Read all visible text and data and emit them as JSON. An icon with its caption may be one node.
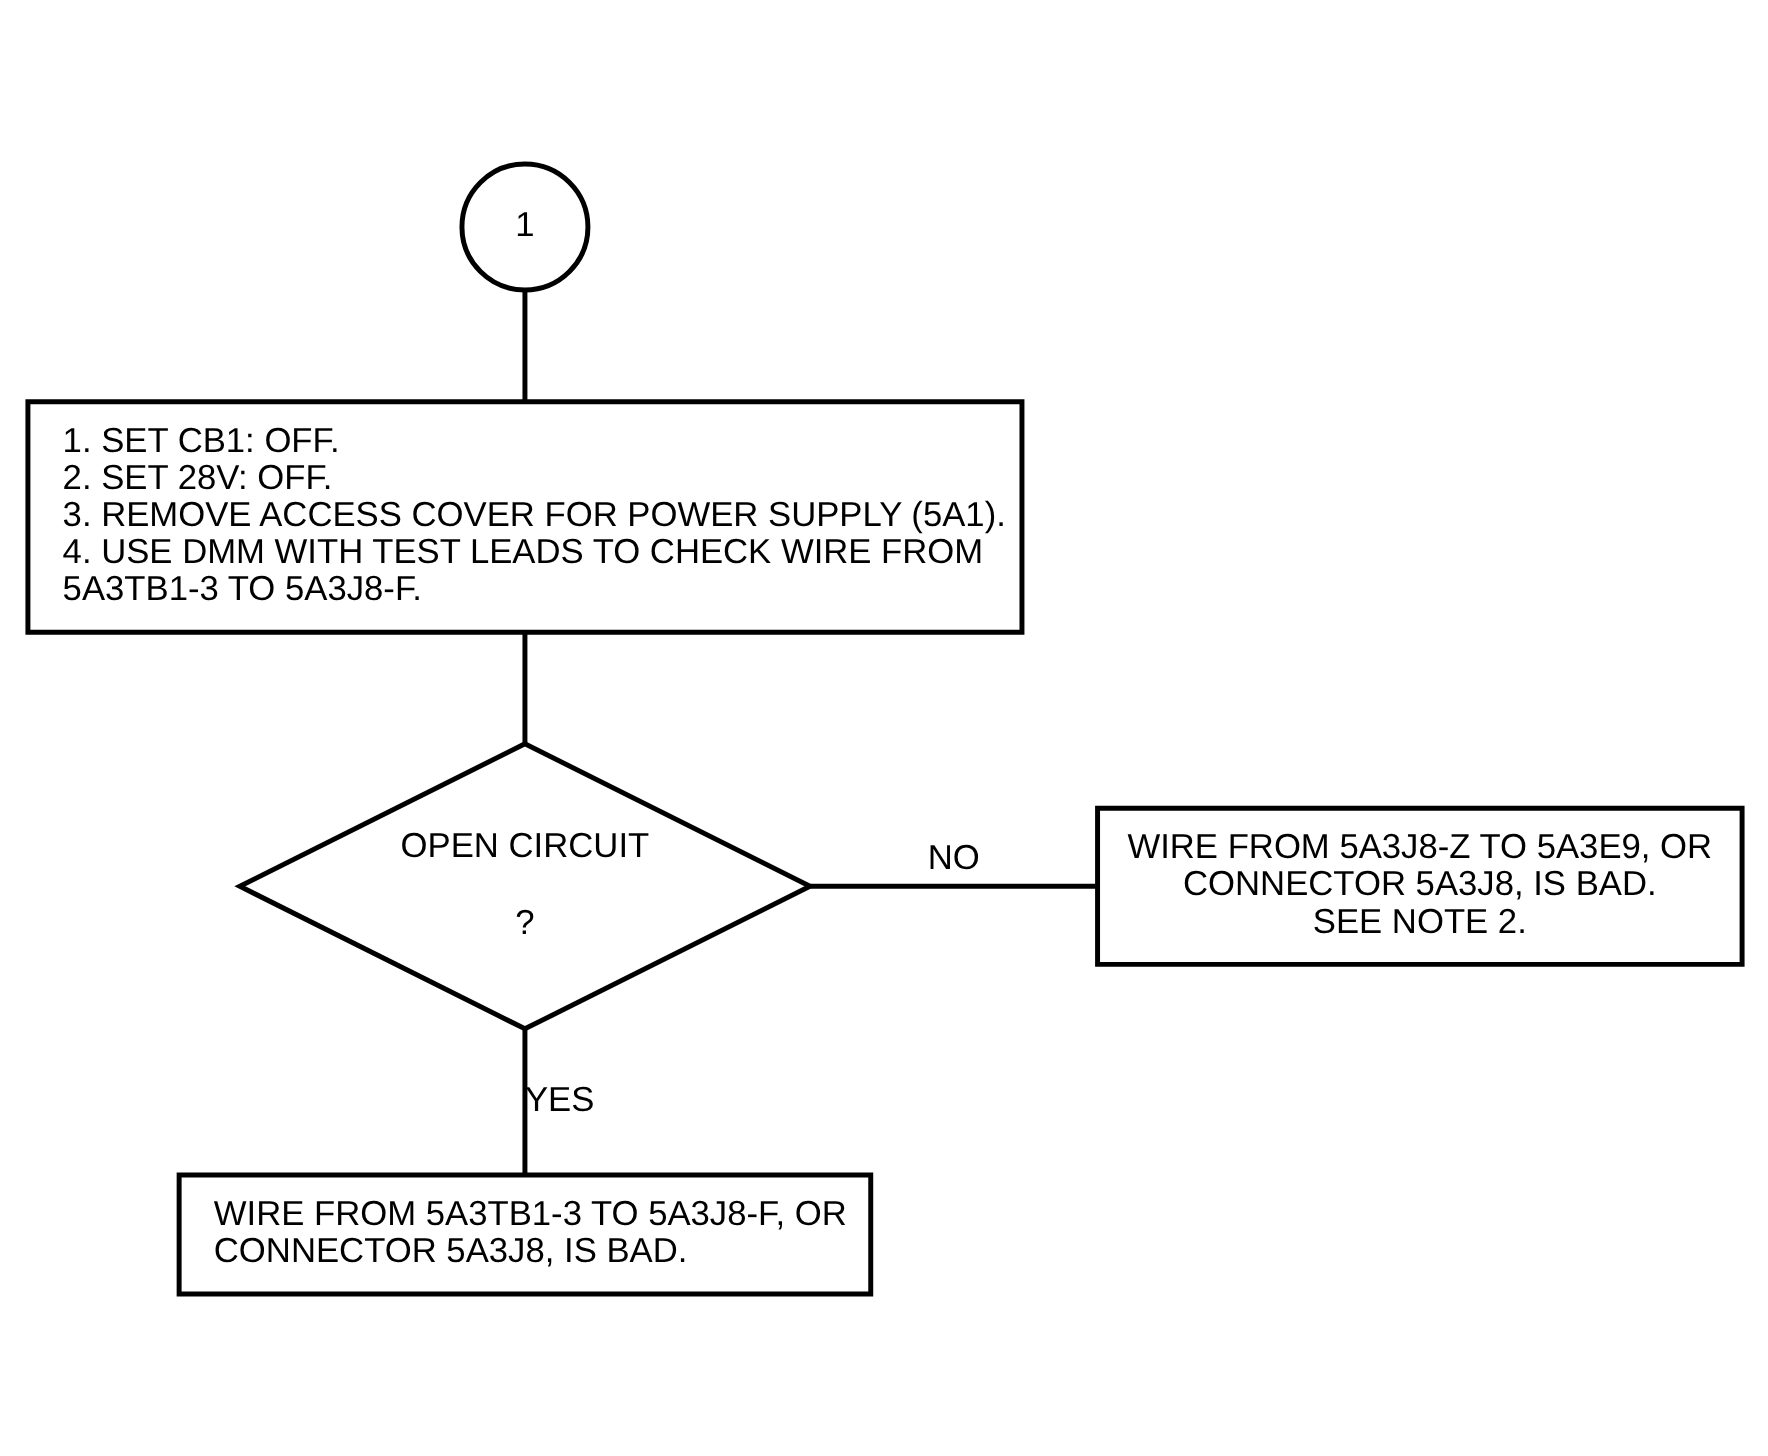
{
  "diagram": {
    "nodes": [
      {
        "text": [
          "1"
        ]
      },
      {
        "text": [
          "1. SET CB1: OFF.",
          "2. SET 28V: OFF.",
          "3. REMOVE ACCESS COVER FOR POWER SUPPLY (5A1).",
          "4. USE DMM WITH TEST LEADS TO CHECK WIRE FROM 5A3TB1-3 TO 5A3J8-F."
        ]
      },
      {
        "text": [
          "OPEN CIRCUIT",
          "?"
        ]
      },
      {
        "text": [
          "WIRE FROM 5A3J8-Z TO 5A3E9, OR CONNECTOR 5A3J8, IS BAD.",
          "SEE NOTE 2."
        ]
      },
      {
        "text": [
          "WIRE FROM 5A3TB1-3 TO 5A3J8-F, OR CONNECTOR 5A3J8, IS BAD."
        ]
      }
    ],
    "edges": [
      {
        "from": 0,
        "to": 1,
        "arrow": "none"
      },
      {
        "from": 1,
        "to": 2,
        "arrow": "none"
      },
      {
        "from": 2,
        "to": 3,
        "arrow": "none",
        "label": "NO"
      },
      {
        "from": 2,
        "to": 4,
        "arrow": "none",
        "label": "YES"
      }
    ]
  }
}
